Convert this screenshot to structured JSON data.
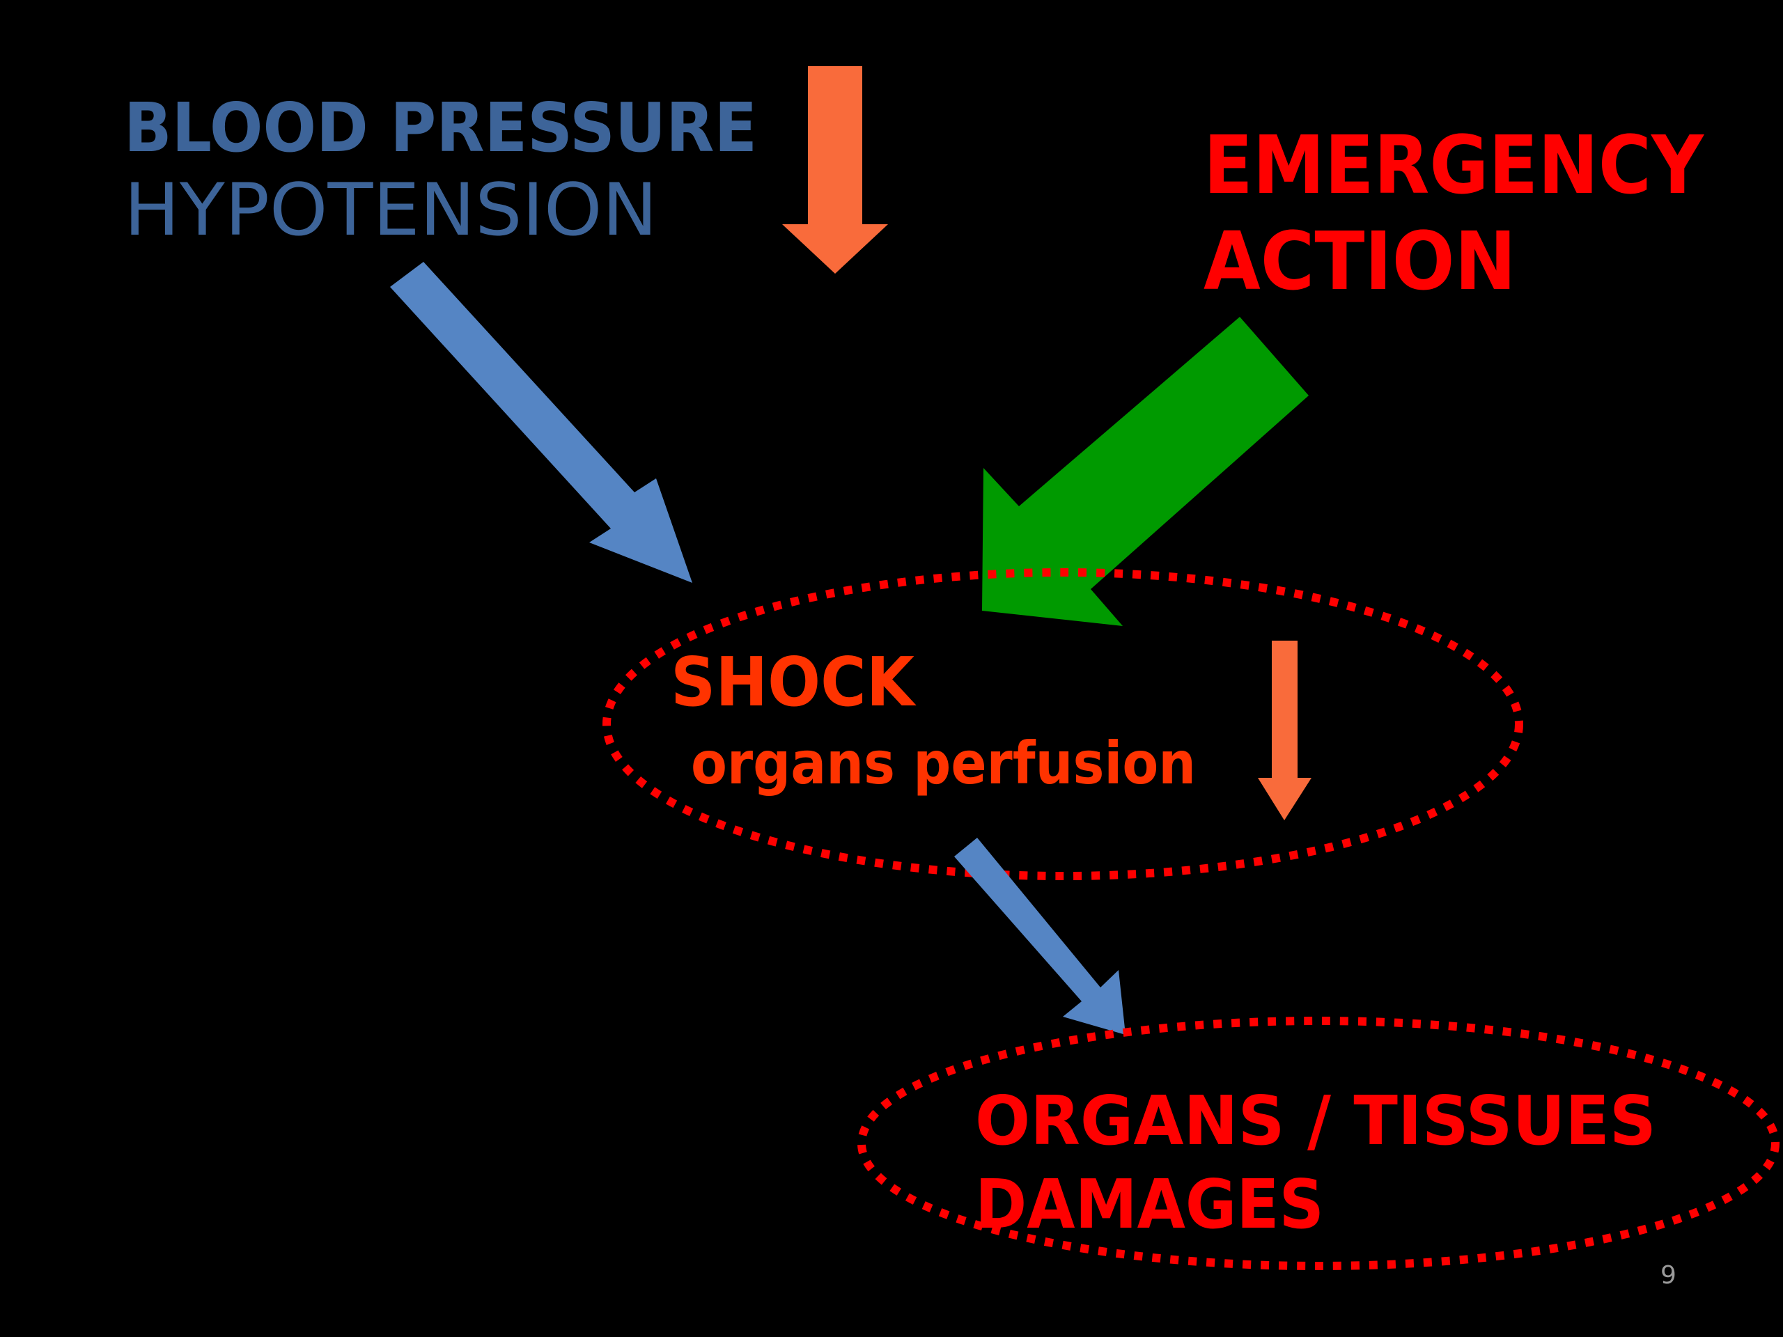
{
  "colors": {
    "background": "#000000",
    "blood_pressure_text": "#3D6499",
    "emergency_text": "#FF0000",
    "shock_text": "#FF3300",
    "orange_arrow": "#F96B3B",
    "blue_arrow": "#5585C4",
    "green_arrow": "#009A00",
    "dotted_ellipse": "#FF0000",
    "page_number": "#9A9A9A"
  },
  "labels": {
    "blood_pressure": "BLOOD PRESSURE",
    "hypotension": "HYPOTENSION",
    "emergency": "EMERGENCY",
    "action": "ACTION",
    "shock": "SHOCK",
    "organs_perfusion": "organs perfusion",
    "organs_tissues": "ORGANS / TISSUES",
    "damages": "DAMAGES"
  },
  "page_number": "9",
  "icons": {
    "bp_decrease": "down-arrow-icon",
    "perfusion_decrease": "down-arrow-icon",
    "bp_to_shock": "diagonal-arrow-icon",
    "emergency_to_shock": "diagonal-arrow-icon",
    "shock_to_damage": "diagonal-arrow-icon"
  }
}
